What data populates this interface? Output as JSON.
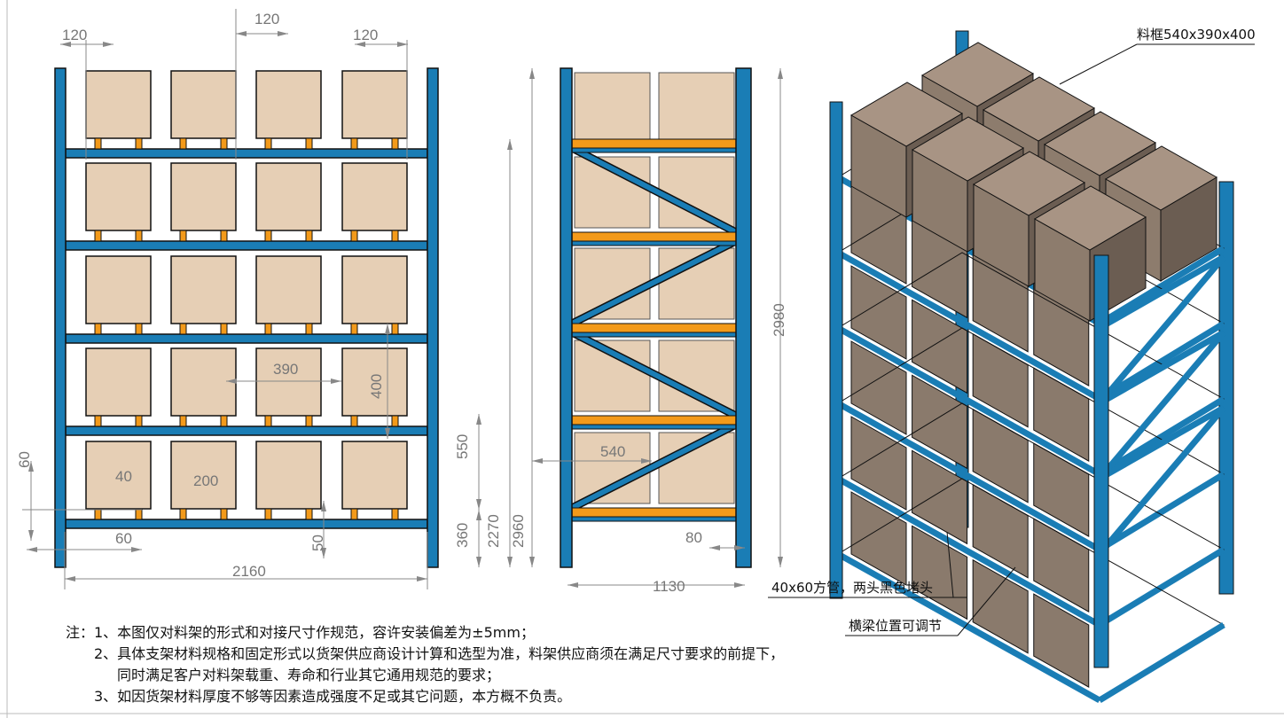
{
  "colors": {
    "frame": "#1a7db5",
    "beam_orange": "#f39a1a",
    "box_front": "#e6cfb5",
    "box_iso": "#8a7a6c",
    "dim": "#888888"
  },
  "front_view": {
    "dims": {
      "gap_top_1": "120",
      "gap_top_2": "120",
      "gap_top_3": "120",
      "box_width": "390",
      "box_height": "400",
      "foot_height": "60",
      "foot_width": "40",
      "foot_spacing": "200",
      "post_width": "60",
      "beam_height": "50",
      "bottom_clearance": "360",
      "level_pitch": "550",
      "height_2270": "2270",
      "height_2960": "2960",
      "total_width": "2160"
    }
  },
  "side_view": {
    "dims": {
      "box_depth": "540",
      "post_depth": "80",
      "total_depth": "1130",
      "total_height": "2980"
    }
  },
  "iso_view": {
    "callouts": {
      "box": "料框540x390x400",
      "tube": "40x60方管，两头黑色堵头",
      "beam": "横梁位置可调节"
    }
  },
  "notes": [
    "注：1、本图仅对料架的形式和对接尺寸作规范，容许安装偏差为±5mm；",
    "2、具体支架材料规格和固定形式以货架供应商设计计算和选型为准，料架供应商须在满足尺寸要求的前提下，",
    "同时满足客户对料架载重、寿命和行业其它通用规范的要求；",
    "3、如因货架材料厚度不够等因素造成强度不足或其它问题，本方概不负责。"
  ]
}
